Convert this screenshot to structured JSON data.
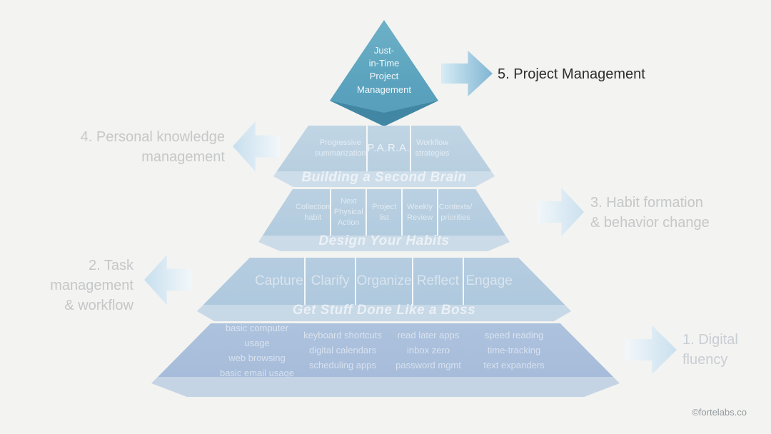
{
  "page": {
    "background_color": "#f3f3f1",
    "credit": "©fortelabs.co"
  },
  "colors": {
    "apex_face": "#5aa2bd",
    "apex_underside": "#4187a3",
    "level4_face": "#bcd3e2",
    "level4_band": "#cddde9",
    "level3_face": "#b6cee1",
    "level3_band": "#cbdbe8",
    "level2_face": "#b2cbdf",
    "level2_band": "#c7d8e6",
    "level1_face": "#a9bfdc",
    "level1_band": "#c4d4e4",
    "arrow_strong": "#7fb5d3",
    "arrow_light": "#c9e0ee",
    "side_label_gray": "#c6c7c9",
    "side_label_active": "#2d2d2d"
  },
  "pyramid": {
    "apex": {
      "label": "Just-\nin-Time\nProject\nManagement"
    },
    "level5": {
      "side_label": "5. Project Management"
    },
    "level4": {
      "cells": [
        "Progressive\nsummarization",
        "P.A.R.A.",
        "Workflow\nstrategies"
      ],
      "band_title": "Building a Second Brain",
      "side_label": "4. Personal knowledge\nmanagement"
    },
    "level3": {
      "cells": [
        "Collection\nhabit",
        "Next\nPhysical\nAction",
        "Project\nlist",
        "Weekly\nReview",
        "Contexts/\npriorities"
      ],
      "band_title": "Design Your Habits",
      "side_label": "3. Habit formation\n& behavior change"
    },
    "level2": {
      "cells": [
        "Capture",
        "Clarify",
        "Organize",
        "Reflect",
        "Engage"
      ],
      "band_title": "Get Stuff Done Like a Boss",
      "side_label": "2. Task\nmanagement\n& workflow"
    },
    "level1": {
      "columns": [
        "basic computer usage\nweb browsing\nbasic email usage",
        "keyboard shortcuts\ndigital calendars\nscheduling apps",
        "read later apps\ninbox zero\npassword mgmt",
        "speed reading\ntime-tracking\ntext expanders"
      ],
      "side_label": "1. Digital\nfluency"
    }
  }
}
